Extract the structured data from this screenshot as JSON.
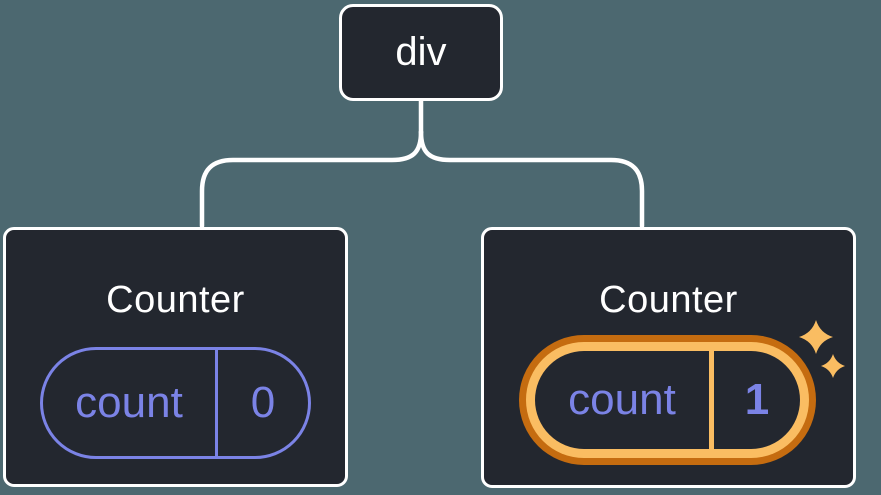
{
  "diagram": {
    "description": "React component tree with state",
    "root_node": {
      "label": "div"
    },
    "children": [
      {
        "title": "Counter",
        "state_name": "count",
        "state_value": "0",
        "highlighted": false
      },
      {
        "title": "Counter",
        "state_name": "count",
        "state_value": "1",
        "highlighted": true
      }
    ]
  },
  "icons": [
    {
      "name": "sparkles-icon",
      "meaning": "state just updated"
    }
  ],
  "colors": {
    "background": "#4C6870",
    "node_background": "#23272F",
    "node_border": "#FFFFFF",
    "connector_line": "#FFFFFF",
    "state_purple": "#7B83E6",
    "highlight_orange_dark": "#C56C10",
    "highlight_orange_light": "#FABD62",
    "title_text": "#FFFFFF"
  }
}
